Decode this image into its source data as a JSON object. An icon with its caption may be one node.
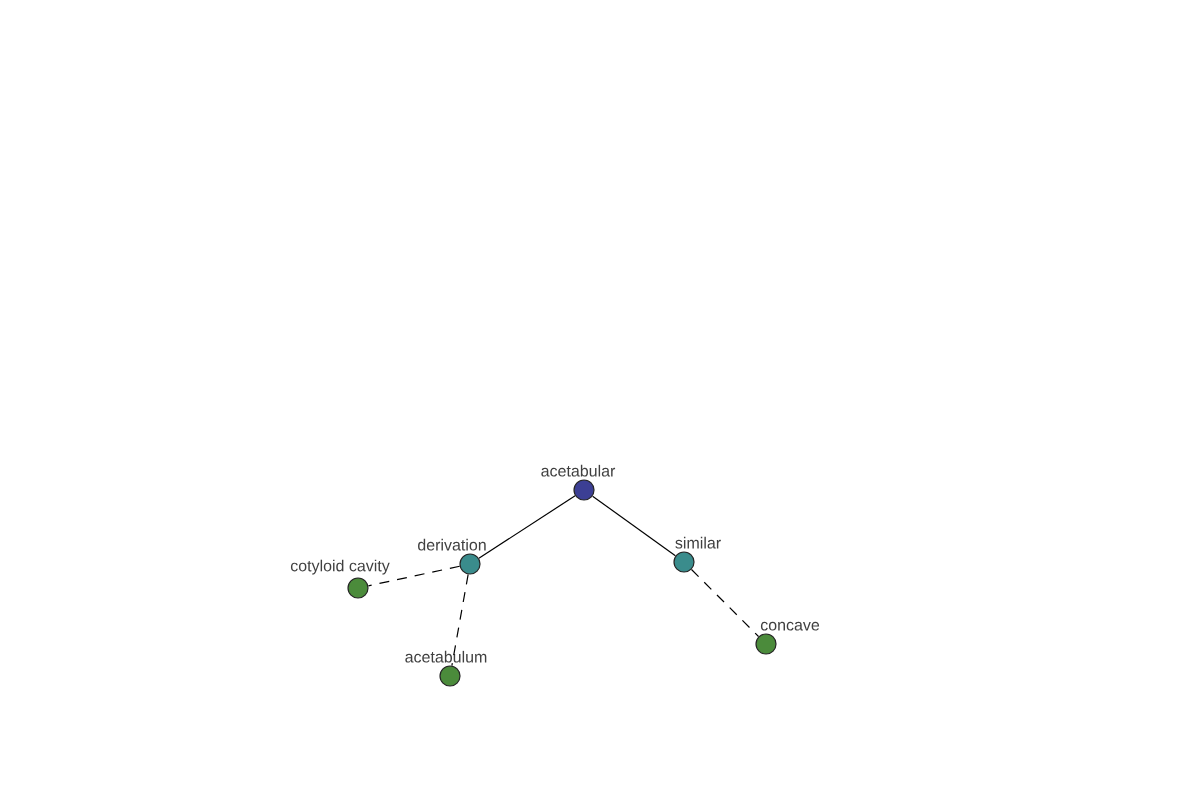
{
  "diagram": {
    "nodes": [
      {
        "text": [
          "acetabular"
        ]
      },
      {
        "text": [
          "derivation"
        ]
      },
      {
        "text": [
          "similar"
        ]
      },
      {
        "text": [
          "cotyloid cavity"
        ]
      },
      {
        "text": [
          "acetabulum"
        ]
      },
      {
        "text": [
          "concave"
        ]
      }
    ],
    "edges": [
      {
        "from": 0,
        "to": 1,
        "arrow": "none"
      },
      {
        "from": 0,
        "to": 2,
        "arrow": "none"
      },
      {
        "from": 1,
        "to": 3,
        "arrow": "none",
        "style": "dashed"
      },
      {
        "from": 1,
        "to": 4,
        "arrow": "none",
        "style": "dashed"
      },
      {
        "from": 2,
        "to": 5,
        "arrow": "none",
        "style": "dashed"
      }
    ]
  }
}
